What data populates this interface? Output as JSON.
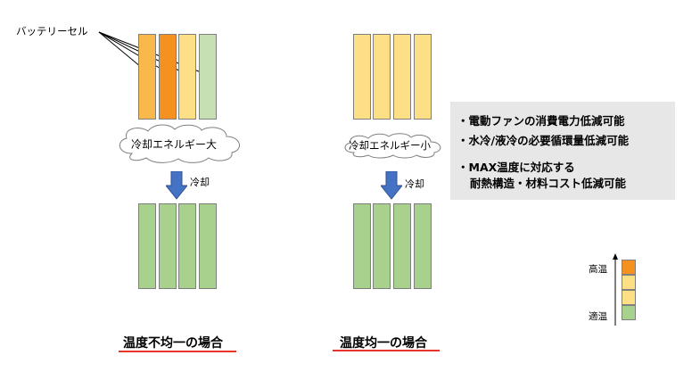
{
  "labels": {
    "battery_cell": "バッテリーセル",
    "cooling": "冷却"
  },
  "scenarios": [
    {
      "cloud_text": "冷却エネルギー大",
      "caption": "温度不均一の場合",
      "before_levels": [
        "適温〜高温",
        "高温",
        "高温",
        "適温"
      ],
      "after_levels": [
        "適温",
        "適温",
        "適温",
        "適温"
      ]
    },
    {
      "cloud_text": "冷却エネルギー小",
      "caption": "温度均一の場合",
      "before_levels": [
        "高温",
        "高温",
        "高温",
        "高温"
      ],
      "after_levels": [
        "適温",
        "適温",
        "適温",
        "適温"
      ]
    }
  ],
  "benefits": [
    "・電動ファンの消費電力低減可能",
    "・水冷/液冷の必要循環量低減可能",
    "・MAX温度に対応する",
    "耐熱構造・材料コスト低減可能"
  ],
  "legend": {
    "high": "高温",
    "optimal": "適温"
  },
  "colors": {
    "cell_orange_light": "#f8b84a",
    "cell_orange": "#f5911e",
    "cell_yellow": "#fddf86",
    "cell_green_light": "#c6e0b4",
    "cell_green": "#a9d18e",
    "arrow_blue": "#4472c4",
    "underline_red": "#e8352b",
    "info_bg": "#e7e7e7"
  }
}
